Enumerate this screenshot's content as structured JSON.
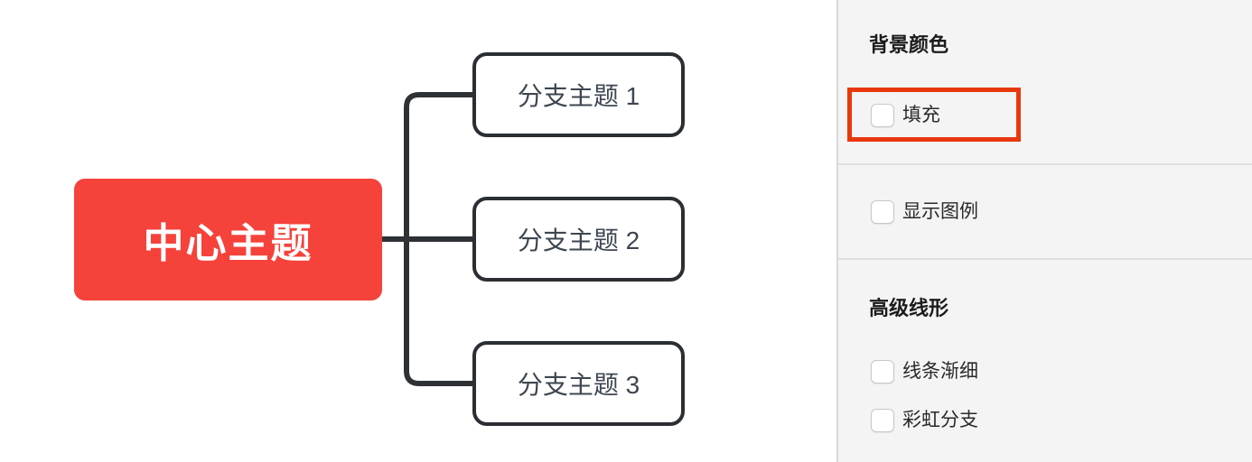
{
  "mindmap": {
    "central_topic": {
      "label": "中心主题"
    },
    "branches": [
      {
        "label": "分支主题 1"
      },
      {
        "label": "分支主题 2"
      },
      {
        "label": "分支主题 3"
      }
    ]
  },
  "panel": {
    "background_color_section": {
      "header": "背景颜色",
      "fill_option": {
        "label": "填充",
        "checked": false,
        "highlighted": true
      }
    },
    "legend_section": {
      "show_legend_option": {
        "label": "显示图例",
        "checked": false
      }
    },
    "advanced_line_section": {
      "header": "高级线形",
      "line_taper_option": {
        "label": "线条渐细",
        "checked": false
      },
      "rainbow_branch_option": {
        "label": "彩虹分支",
        "checked": false
      }
    }
  },
  "colors": {
    "central_topic_bg": "#f5423b",
    "central_topic_text": "#ffffff",
    "branch_border": "#2b2f33",
    "branch_text": "#3d4650",
    "connector": "#2e3236",
    "highlight_border": "#e8380d",
    "panel_bg": "#f4f4f4",
    "divider": "#e0e0e0"
  }
}
